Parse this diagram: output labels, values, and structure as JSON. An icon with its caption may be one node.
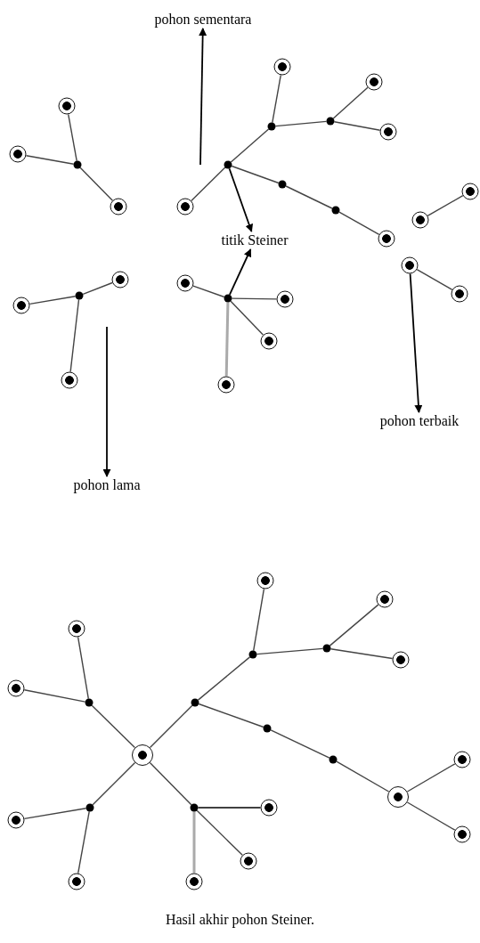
{
  "diagram": {
    "caption": "Hasil akhir pohon Steiner.",
    "nodes": [
      {
        "text": [
          "pohon sementara"
        ]
      },
      {
        "text": [],
        "shape": "circle"
      },
      {
        "text": [],
        "shape": "circle"
      },
      {
        "text": [],
        "shape": "dot"
      },
      {
        "text": [],
        "shape": "circle"
      },
      {
        "text": [],
        "shape": "circle"
      },
      {
        "text": [],
        "shape": "circle"
      },
      {
        "text": [],
        "shape": "dot"
      },
      {
        "text": [],
        "shape": "dot"
      },
      {
        "text": [],
        "shape": "circle"
      },
      {
        "text": [],
        "shape": "dot"
      },
      {
        "text": [],
        "shape": "dot"
      },
      {
        "text": [],
        "shape": "circle"
      },
      {
        "text": [],
        "shape": "dot"
      },
      {
        "text": [],
        "shape": "circle"
      },
      {
        "text": [],
        "shape": "circle"
      },
      {
        "text": [],
        "shape": "circle"
      },
      {
        "text": [
          "titik Steiner"
        ]
      },
      {
        "text": [],
        "shape": "circle"
      },
      {
        "text": [],
        "shape": "circle"
      },
      {
        "text": [],
        "shape": "circle"
      },
      {
        "text": [],
        "shape": "dot"
      },
      {
        "text": [],
        "shape": "circle"
      },
      {
        "text": [],
        "shape": "circle"
      },
      {
        "text": [],
        "shape": "circle"
      },
      {
        "text": [],
        "shape": "dot"
      },
      {
        "text": [],
        "shape": "circle"
      },
      {
        "text": [],
        "shape": "circle"
      },
      {
        "text": [],
        "shape": "circle"
      },
      {
        "text": [
          "pohon terbaik"
        ]
      },
      {
        "text": [
          "pohon lama"
        ]
      },
      {
        "text": [],
        "shape": "circle"
      },
      {
        "text": [],
        "shape": "circle"
      },
      {
        "text": [],
        "shape": "circle"
      },
      {
        "text": [],
        "shape": "dot"
      },
      {
        "text": [],
        "shape": "dot"
      },
      {
        "text": [],
        "shape": "circle"
      },
      {
        "text": [],
        "shape": "circle"
      },
      {
        "text": [],
        "shape": "dot"
      },
      {
        "text": [],
        "shape": "dot"
      },
      {
        "text": [],
        "shape": "dot"
      },
      {
        "text": [],
        "shape": "circle"
      },
      {
        "text": [],
        "shape": "dot"
      },
      {
        "text": [],
        "shape": "circle"
      },
      {
        "text": [],
        "shape": "circle"
      },
      {
        "text": [],
        "shape": "dot"
      },
      {
        "text": [],
        "shape": "dot"
      },
      {
        "text": [],
        "shape": "circle"
      },
      {
        "text": [],
        "shape": "circle"
      },
      {
        "text": [],
        "shape": "circle"
      },
      {
        "text": [],
        "shape": "circle"
      },
      {
        "text": [],
        "shape": "circle"
      },
      {
        "text": [],
        "shape": "circle"
      }
    ],
    "edges": [
      {
        "from": 1,
        "to": 3,
        "arrow": "none"
      },
      {
        "from": 2,
        "to": 3,
        "arrow": "none"
      },
      {
        "from": 3,
        "to": 4,
        "arrow": "none"
      },
      {
        "from": 12,
        "to": 10,
        "arrow": "none"
      },
      {
        "from": 10,
        "to": 7,
        "arrow": "none"
      },
      {
        "from": 7,
        "to": 5,
        "arrow": "none"
      },
      {
        "from": 7,
        "to": 8,
        "arrow": "none"
      },
      {
        "from": 8,
        "to": 6,
        "arrow": "none"
      },
      {
        "from": 8,
        "to": 9,
        "arrow": "none"
      },
      {
        "from": 10,
        "to": 11,
        "arrow": "none"
      },
      {
        "from": 11,
        "to": 13,
        "arrow": "none"
      },
      {
        "from": 13,
        "to": 14,
        "arrow": "none"
      },
      {
        "from": 16,
        "to": 15,
        "arrow": "none"
      },
      {
        "from": 18,
        "to": 19,
        "arrow": "none"
      },
      {
        "from": 22,
        "to": 21,
        "arrow": "none"
      },
      {
        "from": 21,
        "to": 20,
        "arrow": "none"
      },
      {
        "from": 21,
        "to": 23,
        "arrow": "none"
      },
      {
        "from": 24,
        "to": 25,
        "arrow": "none"
      },
      {
        "from": 25,
        "to": 26,
        "arrow": "none"
      },
      {
        "from": 25,
        "to": 27,
        "arrow": "none"
      },
      {
        "from": 25,
        "to": 28,
        "arrow": "none",
        "style": "thick",
        "color": "#aaaaaa"
      },
      {
        "from": null,
        "to": 0,
        "arrow": "to"
      },
      {
        "from": 10,
        "to": 17,
        "arrow": "to"
      },
      {
        "from": 25,
        "to": 17,
        "arrow": "to"
      },
      {
        "from": 18,
        "to": 29,
        "arrow": "to"
      },
      {
        "from": null,
        "to": 30,
        "arrow": "to"
      },
      {
        "from": 33,
        "to": 38,
        "arrow": "none"
      },
      {
        "from": 37,
        "to": 38,
        "arrow": "none"
      },
      {
        "from": 38,
        "to": 41,
        "arrow": "none"
      },
      {
        "from": 41,
        "to": 39,
        "arrow": "none"
      },
      {
        "from": 39,
        "to": 35,
        "arrow": "none"
      },
      {
        "from": 35,
        "to": 31,
        "arrow": "none"
      },
      {
        "from": 35,
        "to": 34,
        "arrow": "none"
      },
      {
        "from": 34,
        "to": 32,
        "arrow": "none"
      },
      {
        "from": 34,
        "to": 36,
        "arrow": "none"
      },
      {
        "from": 39,
        "to": 40,
        "arrow": "none"
      },
      {
        "from": 40,
        "to": 42,
        "arrow": "none"
      },
      {
        "from": 42,
        "to": 44,
        "arrow": "none"
      },
      {
        "from": 44,
        "to": 43,
        "arrow": "none"
      },
      {
        "from": 44,
        "to": 49,
        "arrow": "none"
      },
      {
        "from": 41,
        "to": 45,
        "arrow": "none"
      },
      {
        "from": 45,
        "to": 48,
        "arrow": "none"
      },
      {
        "from": 45,
        "to": 51,
        "arrow": "none"
      },
      {
        "from": 41,
        "to": 46,
        "arrow": "none"
      },
      {
        "from": 46,
        "to": 47,
        "arrow": "none",
        "color": "#000000"
      },
      {
        "from": 46,
        "to": 50,
        "arrow": "none"
      },
      {
        "from": 46,
        "to": 52,
        "arrow": "none",
        "style": "thick",
        "color": "#aaaaaa"
      }
    ]
  }
}
